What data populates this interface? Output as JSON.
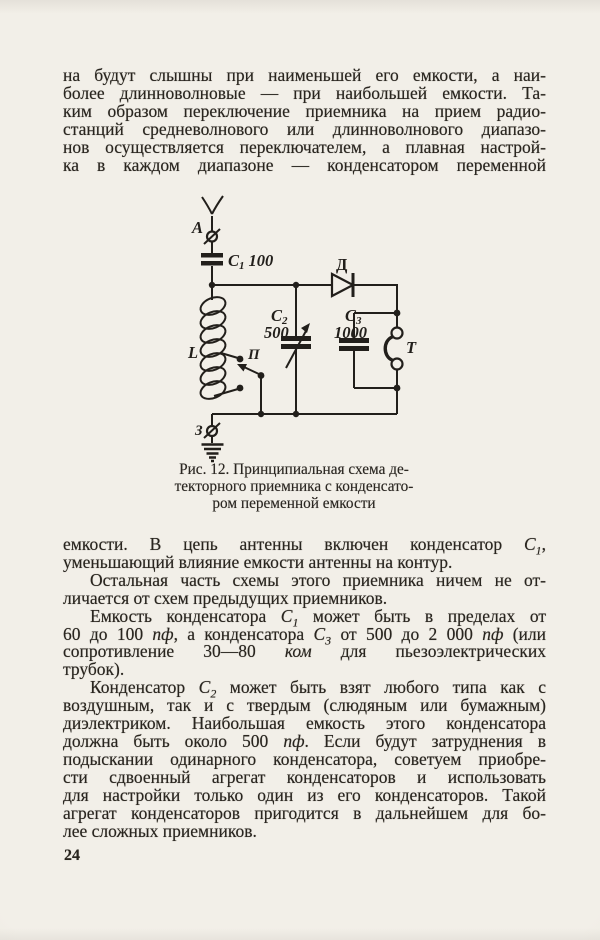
{
  "page": {
    "number": "24",
    "paper_color": "#f2efe8",
    "ink_color": "#221f1b"
  },
  "top": {
    "lines": [
      "на будут слышны при наименьшей  его емкости, а наи-",
      "более длинноволновые — при наибольшей  емкости. Та-",
      "ким образом переключение приемника на прием  радио-",
      "станций средневолнового или длинноволнового диапазо-",
      "нов осуществляется переключателем, а плавная настрой-",
      "ка в каждом  диапазоне — конденсатором  переменной"
    ]
  },
  "figure": {
    "labels": {
      "antenna": "А",
      "c1_letter": "C",
      "c1_sub": "1",
      "c1_value": "100",
      "diode": "Д",
      "c2_letter": "C",
      "c2_sub": "2",
      "c2_value": "500",
      "c3_letter": "C",
      "c3_sub": "3",
      "c3_value": "1000",
      "coil": "L",
      "switch": "П",
      "phones": "T",
      "ground": "З"
    }
  },
  "caption": {
    "lines": [
      "Рис. 12. Принципиальная схема де-",
      "текторного приемника с конденсато-",
      "ром переменной емкости"
    ]
  },
  "bottom": {
    "lines": [
      "емкости.  В  цепь  антенны  включен  конденсатор  *C{1}*,",
      "уменьшающий  влияние  емкости  антенны  на  контур.",
      "Остальная часть схемы этого приемника ничем не от-",
      "личается от схем предыдущих приемников.",
      "Емкость конденсатора *C{1}* может быть в пределах от",
      "60 до 100 *пф*, а конденсатора *C{3}* от 500 до 2 000 *пф* (или",
      "сопротивление  30—80  *ком*  для  пьезоэлектрических",
      "трубок).",
      "Конденсатор *C{2}* может быть взят любого типа  как с",
      "воздушным, так и с твердым  (слюдяным  или  бумажным)",
      "диэлектриком.  Наибольшая  емкость  этого   конденсатора",
      "должна быть около 500 *пф*. Если будут  затруднения  в",
      "подыскании одинарного конденсатора, советуем приобре-",
      "сти  сдвоенный  агрегат   конденсаторов   и  использовать",
      "для настройки только один из его конденсаторов. Такой",
      "агрегат конденсаторов пригодится в дальнейшем для бо-",
      "лее сложных приемников."
    ]
  }
}
